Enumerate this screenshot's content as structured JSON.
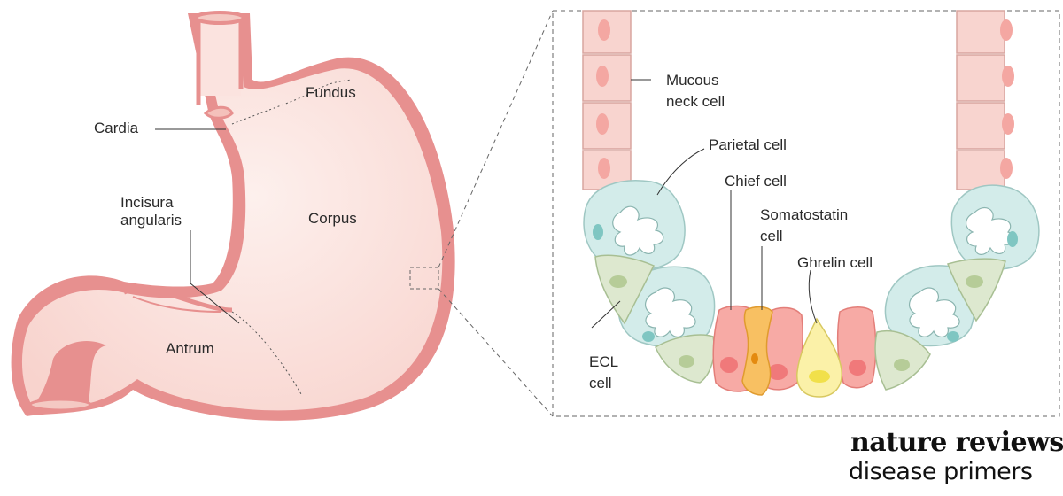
{
  "stomach_labels": {
    "fundus": "Fundus",
    "cardia": "Cardia",
    "incisura_1": "Incisura",
    "incisura_2": "angularis",
    "corpus": "Corpus",
    "antrum": "Antrum"
  },
  "gland_labels": {
    "mucous_1": "Mucous",
    "mucous_2": "neck cell",
    "parietal": "Parietal cell",
    "chief": "Chief cell",
    "somatostatin_1": "Somatostatin",
    "somatostatin_2": "cell",
    "ghrelin": "Ghrelin cell",
    "ecl_1": "ECL",
    "ecl_2": "cell"
  },
  "brand": {
    "line1": "nature reviews",
    "line2": "disease primers"
  },
  "colors": {
    "stomach_fill": "#fbe3df",
    "stomach_outline": "#e58c8c",
    "mucous_cell": "#f8d4cf",
    "parietal_cell": "#d3ecea",
    "ecl_cell": "#dde8cf",
    "chief_cell": "#f7aaa5",
    "somatostatin_cell": "#f8c062",
    "ghrelin_cell": "#fbf1a8"
  }
}
